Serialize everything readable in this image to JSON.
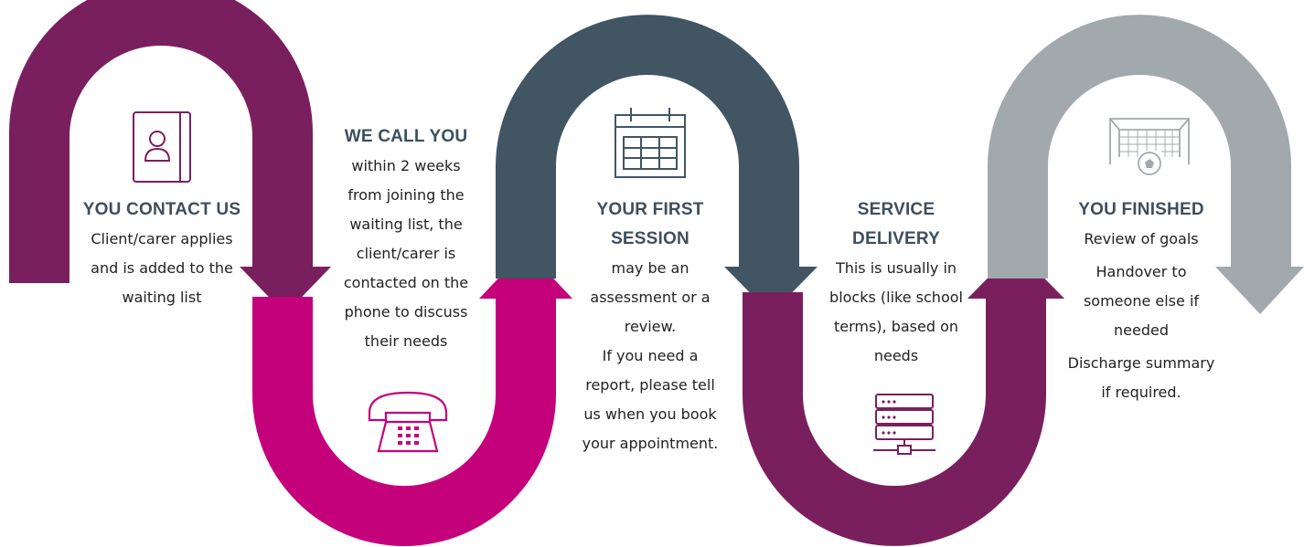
{
  "colors": {
    "plum": "#7a1f5e",
    "magenta": "#c4007b",
    "slate": "#425563",
    "grey": "#a2a9ad",
    "heading": "#3d4f5e"
  },
  "steps": [
    {
      "title": [
        "YOU CONTACT US"
      ],
      "lines": [
        "Client/carer applies",
        "and is added to the",
        "waiting list"
      ],
      "icon": "contact-book-icon"
    },
    {
      "title": [
        "WE CALL YOU"
      ],
      "lines": [
        "within 2 weeks",
        "from joining the",
        "waiting list, the",
        "client/carer is",
        "contacted on the",
        "phone to discuss",
        "their needs"
      ],
      "icon": "telephone-icon"
    },
    {
      "title": [
        "YOUR FIRST",
        "SESSION"
      ],
      "lines": [
        "may be an",
        "assessment or a",
        "review.",
        "If you need a",
        "report, please tell",
        "us when you book",
        "your appointment."
      ],
      "icon": "calendar-icon"
    },
    {
      "title": [
        "SERVICE",
        "DELIVERY"
      ],
      "lines": [
        "This is usually in",
        "blocks (like school",
        "terms), based on",
        "needs"
      ],
      "icon": "server-icon"
    },
    {
      "title": [
        "YOU FINISHED"
      ],
      "lines": [
        "Review of goals",
        "Handover to",
        "someone else if",
        "needed",
        "Discharge summary",
        "if required."
      ],
      "icon": "soccer-goal-icon"
    }
  ]
}
